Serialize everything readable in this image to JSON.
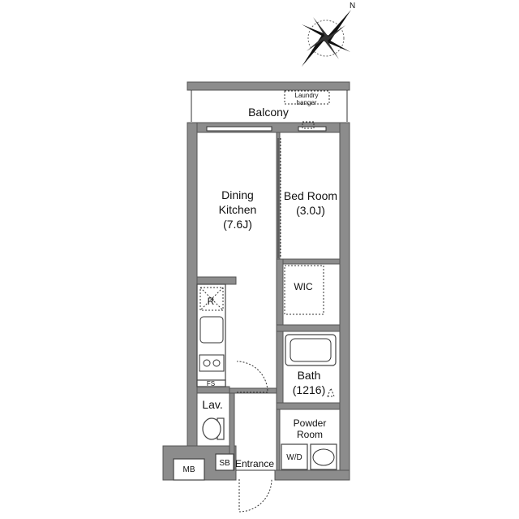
{
  "compass": {
    "north": "N"
  },
  "rooms": {
    "balcony": "Balcony",
    "laundry_line1": "Laundry",
    "laundry_line2": "hanger",
    "dining_line1": "Dining",
    "dining_line2": "Kitchen",
    "dining_size": "(7.6J)",
    "bedroom_line1": "Bed Room",
    "bedroom_size": "(3.0J)",
    "wic": "WIC",
    "refrigerator": "R",
    "fs": "FS",
    "bath": "Bath",
    "bath_size": "(1216)",
    "lav": "Lav.",
    "powder_line1": "Powder",
    "powder_line2": "Room",
    "sb": "SB",
    "entrance": "Entrance",
    "wd": "W/D",
    "mb": "MB"
  }
}
